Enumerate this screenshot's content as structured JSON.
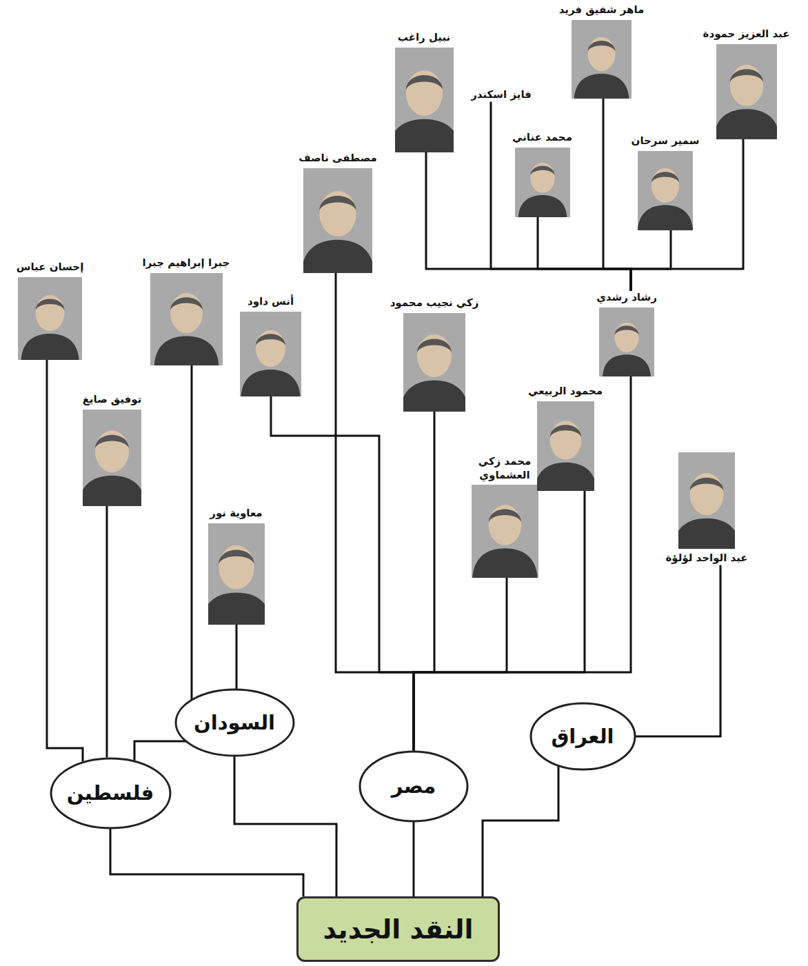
{
  "diagram": {
    "nodes": [
      {
        "text": [
          "النقد الجديد"
        ]
      },
      {
        "text": [
          "فلسطين"
        ]
      },
      {
        "text": [
          "السودان"
        ]
      },
      {
        "text": [
          "مصر"
        ]
      },
      {
        "text": [
          "العراق"
        ]
      },
      {
        "text": [
          "إحسان عباس"
        ]
      },
      {
        "text": [
          "توفيق صايغ"
        ]
      },
      {
        "text": [
          "جبرا إبراهيم جبرا"
        ]
      },
      {
        "text": [
          "معاوية نور"
        ]
      },
      {
        "text": [
          "مصطفى ناصف"
        ]
      },
      {
        "text": [
          "أنس داود"
        ]
      },
      {
        "text": [
          "زكي نجيب محمود"
        ]
      },
      {
        "text": [
          "محمد زكي العشماوي"
        ]
      },
      {
        "text": [
          "محمود الربيعي"
        ]
      },
      {
        "text": [
          "رشاد رشدي"
        ]
      },
      {
        "text": [
          "عبد الواحد لؤلؤة"
        ]
      },
      {
        "text": [
          "نبيل راغب"
        ]
      },
      {
        "text": [
          "فايز اسكندر"
        ]
      },
      {
        "text": [
          "محمد عناني"
        ]
      },
      {
        "text": [
          "ماهر شفيق فريد"
        ]
      },
      {
        "text": [
          "سمير سرحان"
        ]
      },
      {
        "text": [
          "عبد العزيز حمودة"
        ]
      }
    ],
    "edges": [
      {
        "from": 0,
        "to": 1,
        "arrow": "none"
      },
      {
        "from": 0,
        "to": 2,
        "arrow": "none"
      },
      {
        "from": 0,
        "to": 3,
        "arrow": "none"
      },
      {
        "from": 0,
        "to": 4,
        "arrow": "none"
      },
      {
        "from": 1,
        "to": 5,
        "arrow": "none"
      },
      {
        "from": 1,
        "to": 6,
        "arrow": "none"
      },
      {
        "from": 1,
        "to": 7,
        "arrow": "none"
      },
      {
        "from": 2,
        "to": 8,
        "arrow": "none"
      },
      {
        "from": 3,
        "to": 9,
        "arrow": "none"
      },
      {
        "from": 3,
        "to": 10,
        "arrow": "none"
      },
      {
        "from": 3,
        "to": 11,
        "arrow": "none"
      },
      {
        "from": 3,
        "to": 12,
        "arrow": "none"
      },
      {
        "from": 3,
        "to": 13,
        "arrow": "none"
      },
      {
        "from": 3,
        "to": 14,
        "arrow": "none"
      },
      {
        "from": 4,
        "to": 15,
        "arrow": "none"
      },
      {
        "from": 14,
        "to": 16,
        "arrow": "none"
      },
      {
        "from": 14,
        "to": 17,
        "arrow": "none"
      },
      {
        "from": 14,
        "to": 18,
        "arrow": "none"
      },
      {
        "from": 14,
        "to": 19,
        "arrow": "none"
      },
      {
        "from": 14,
        "to": 20,
        "arrow": "none"
      },
      {
        "from": 14,
        "to": 21,
        "arrow": "none"
      }
    ]
  }
}
